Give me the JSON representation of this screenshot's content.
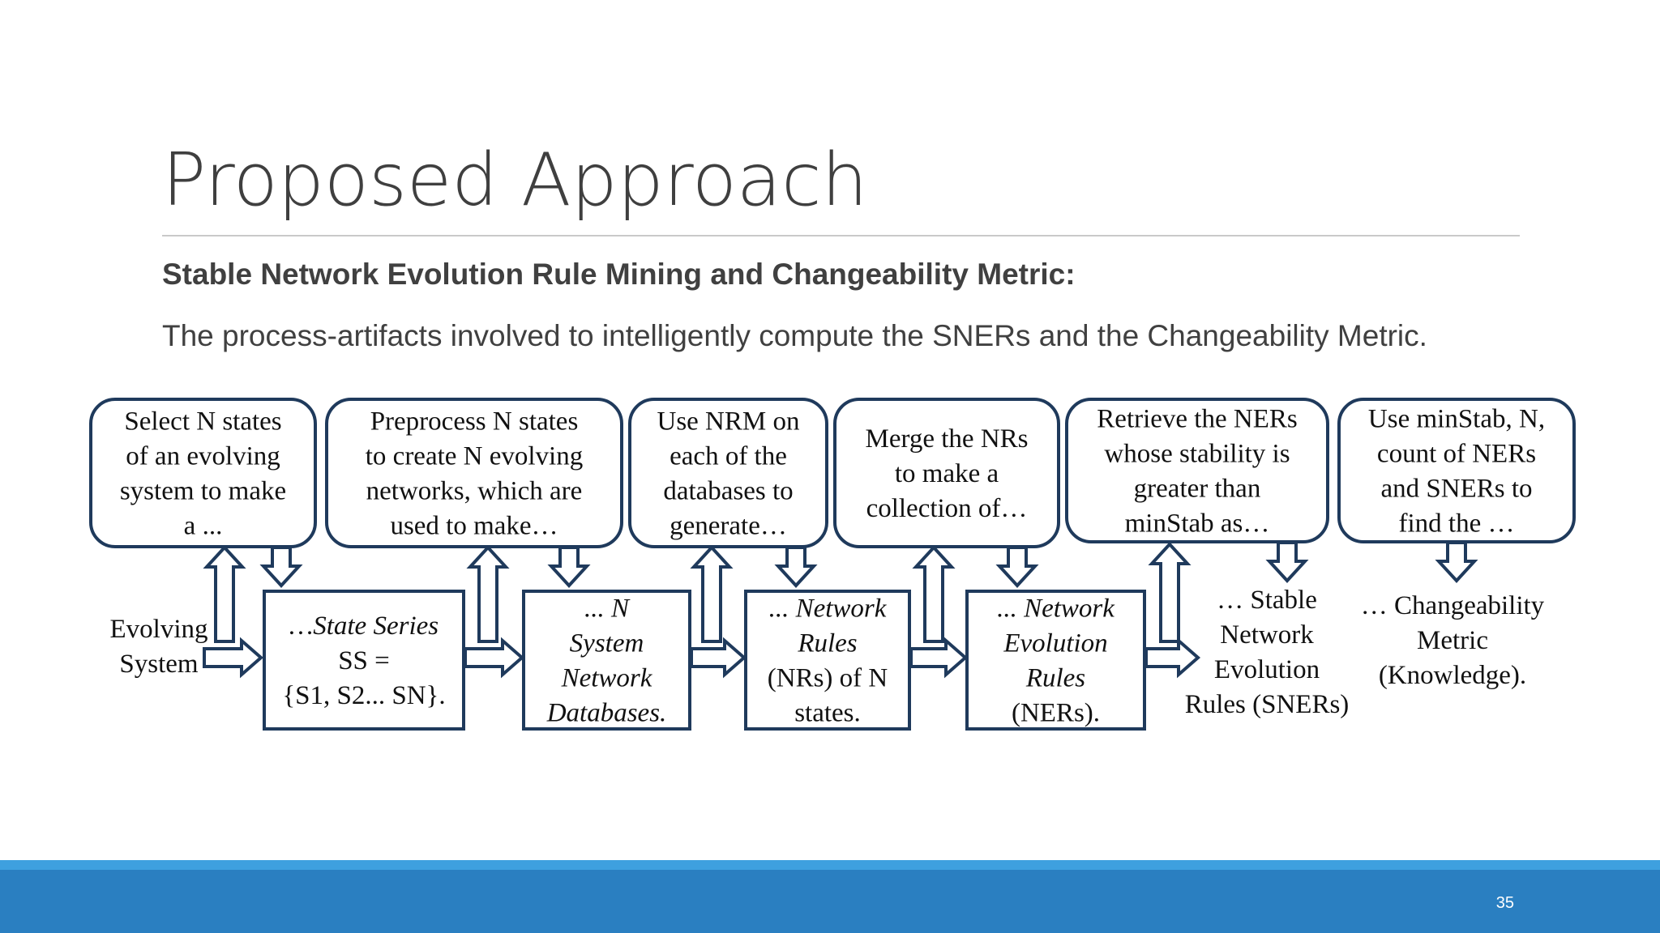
{
  "slide": {
    "title": "Proposed Approach",
    "subtitle": "Stable Network Evolution Rule Mining and Changeability Metric:",
    "description": "The process-artifacts involved to intelligently compute the SNERs and the Changeability Metric.",
    "page_number": "35",
    "colors": {
      "box_stroke": "#1f3a5c",
      "footer_band": "#2a7fc1",
      "footer_stripe": "#3ea0df"
    }
  },
  "diagram": {
    "process_steps": [
      {
        "lines": [
          "Select N states",
          "of an evolving",
          "system to make",
          "a ..."
        ]
      },
      {
        "lines": [
          "Preprocess N states",
          "to create N evolving",
          "networks, which are",
          "used to make…"
        ]
      },
      {
        "lines": [
          "Use NRM on",
          "each of the",
          "databases to",
          "generate…"
        ]
      },
      {
        "lines": [
          "Merge the NRs",
          "to make a",
          "collection of…"
        ]
      },
      {
        "lines": [
          "Retrieve the NERs",
          "whose stability is",
          "greater than",
          "minStab as…"
        ]
      },
      {
        "lines": [
          "Use minStab, N,",
          "count of NERs",
          "and SNERs to",
          "find the …"
        ]
      }
    ],
    "artifacts": [
      {
        "lines": [
          "…State Series",
          "SS =",
          "{S1, S2... SN}."
        ]
      },
      {
        "lines": [
          "... N",
          "System",
          "Network",
          "Databases."
        ]
      },
      {
        "lines": [
          "... Network",
          "Rules",
          "(NRs) of N",
          "states."
        ]
      },
      {
        "lines": [
          "... Network",
          "Evolution",
          "Rules",
          "(NERs)."
        ]
      }
    ],
    "input_label": [
      "Evolving",
      "System"
    ],
    "outputs": [
      {
        "lines": [
          "… Stable",
          "Network",
          "Evolution",
          "Rules (SNERs)"
        ]
      },
      {
        "lines": [
          "… Changeability",
          "Metric",
          "(Knowledge)."
        ]
      }
    ]
  }
}
